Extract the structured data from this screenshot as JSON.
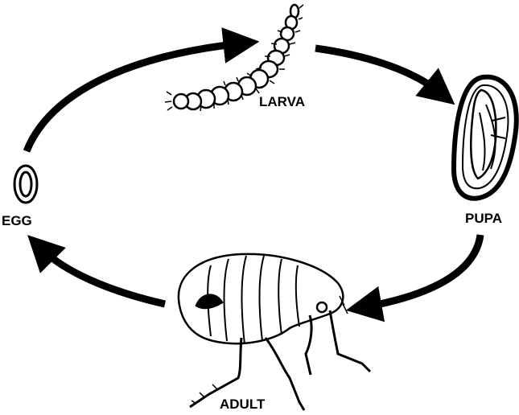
{
  "stages": {
    "egg": "EGG",
    "larva": "LARVA",
    "pupa": "PUPA",
    "adult": "ADULT"
  },
  "colors": {
    "ink": "#000000",
    "background": "#ffffff"
  }
}
